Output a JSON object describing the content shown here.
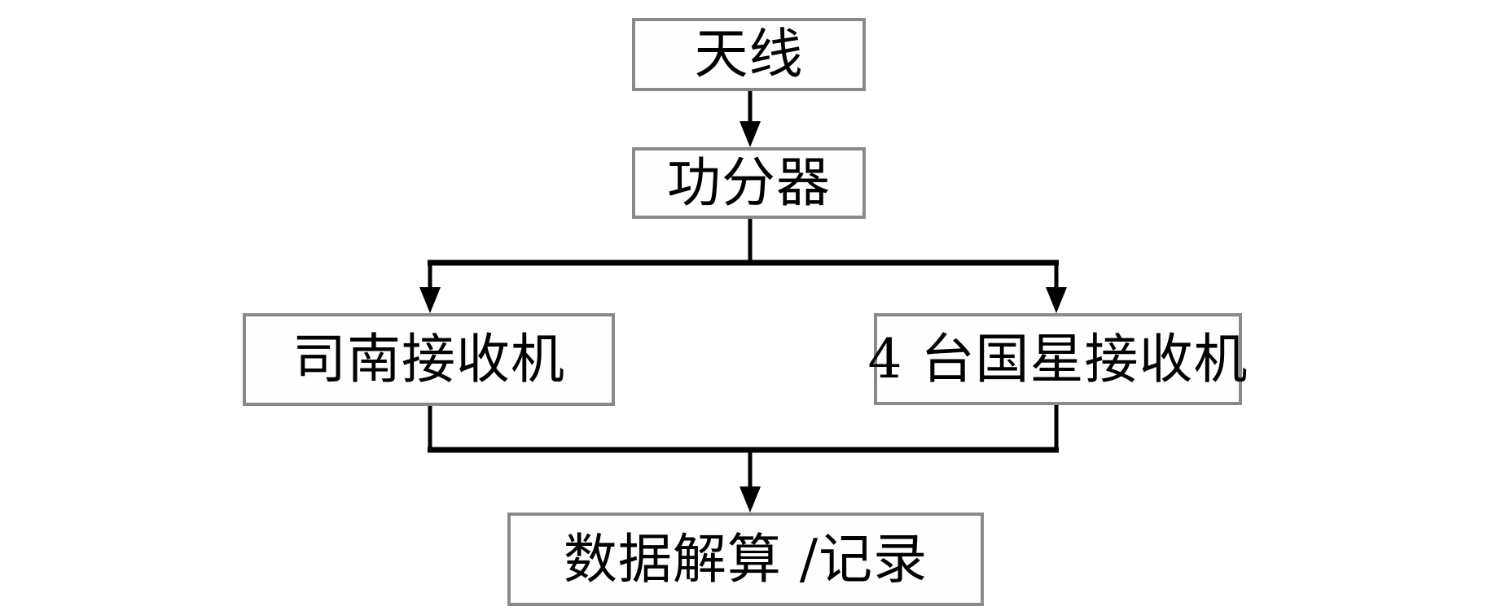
{
  "diagram": {
    "title": "GNSS receiver test setup block diagram",
    "nodes": {
      "antenna": {
        "label": "天线"
      },
      "power_divider": {
        "label": "功分器"
      },
      "sinan_receiver": {
        "label": "司南接收机"
      },
      "guoxing_receivers": {
        "label": "4 台国星接收机"
      },
      "data_processing": {
        "label": "数据解算 /记录"
      }
    },
    "edges": [
      {
        "from": "antenna",
        "to": "power_divider"
      },
      {
        "from": "power_divider",
        "to": "sinan_receiver"
      },
      {
        "from": "power_divider",
        "to": "guoxing_receivers"
      },
      {
        "from": "sinan_receiver",
        "to": "data_processing"
      },
      {
        "from": "guoxing_receivers",
        "to": "data_processing"
      }
    ],
    "colors": {
      "box_border": "#8a8a8a",
      "box_fill": "#fefefe",
      "line": "#000000",
      "text": "#000000",
      "background": "#ffffff"
    }
  }
}
